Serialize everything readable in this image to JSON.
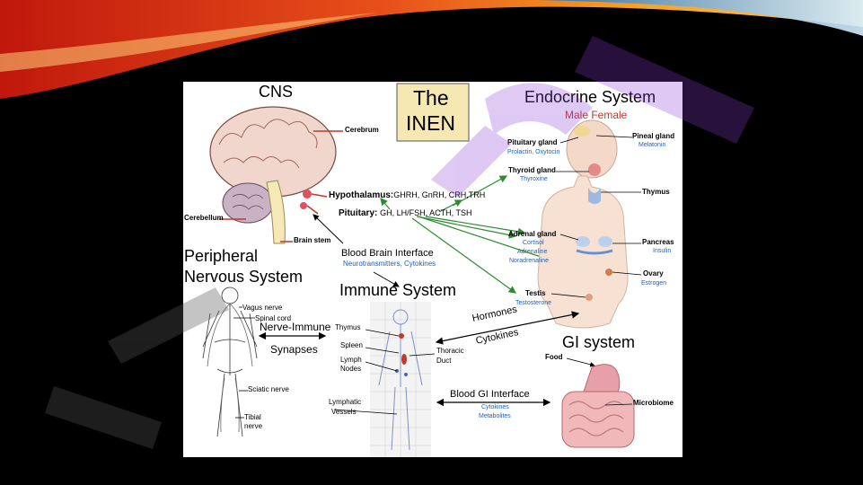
{
  "colors": {
    "accent_red": "#c0392b",
    "accent_blue": "#1f5fbf",
    "watermark": "#8b3fd8",
    "hormone_green": "#2e8b2e"
  },
  "title_box": {
    "line1": "The",
    "line2": "INEN"
  },
  "cns": {
    "title": "CNS",
    "cerebrum": "Cerebrum",
    "cerebellum": "Cerebellum",
    "brain_stem": "Brain stem",
    "hypothalamus_label": "Hypothalamus:",
    "hypothalamus_hormones": "GHRH, GnRH, CRH,TRH",
    "pituitary_label": "Pituitary:",
    "pituitary_hormones": "GH, LH/FSH, ACTH, TSH"
  },
  "bbb": {
    "title": "Blood Brain Interface",
    "sub": "Neurotransmitters, Cytokines"
  },
  "endocrine": {
    "title": "Endocrine System",
    "subtitle": "Male Female",
    "pituitary_gland": "Pituitary gland",
    "pituitary_hormones": "Prolactin, Oxytocin",
    "pineal_gland": "Pineal gland",
    "pineal_hormone": "Melatonin",
    "thyroid_gland": "Thyroid gland",
    "thyroid_hormone": "Thyroxine",
    "thymus": "Thymus",
    "adrenal_gland": "Adrenal gland",
    "adrenal_h1": "Cortisol",
    "adrenal_h2": "Adrenaline",
    "adrenal_h3": "Noradrenaline",
    "pancreas": "Pancreas",
    "pancreas_hormone": "Insulin",
    "ovary": "Ovary",
    "ovary_hormone": "Estrogen",
    "testis": "Testis",
    "testis_hormone": "Testosterone"
  },
  "pns": {
    "title_line1": "Peripheral",
    "title_line2": "Nervous System",
    "vagus": "Vagus nerve",
    "spinal": "Spinal cord",
    "sciatic": "Sciatic nerve",
    "tibial1": "Tibial",
    "tibial2": "nerve"
  },
  "synapses": {
    "line1": "Nerve-Immune",
    "line2": "Synapses"
  },
  "immune": {
    "title": "Immune System",
    "thymus": "Thymus",
    "spleen": "Spleen",
    "lymph1": "Lymph",
    "lymph2": "Nodes",
    "thoracic1": "Thoracic",
    "thoracic2": "Duct",
    "lymphatic1": "Lymphatic",
    "lymphatic2": "Vessels"
  },
  "hormones_arrow": {
    "line1": "Hormones",
    "line2": "Cytokines"
  },
  "gi": {
    "title": "GI system",
    "food": "Food",
    "microbiome": "Microbiome",
    "interface": "Blood GI Interface",
    "cytokines": "Cytokines",
    "metabolites": "Metabolites"
  }
}
